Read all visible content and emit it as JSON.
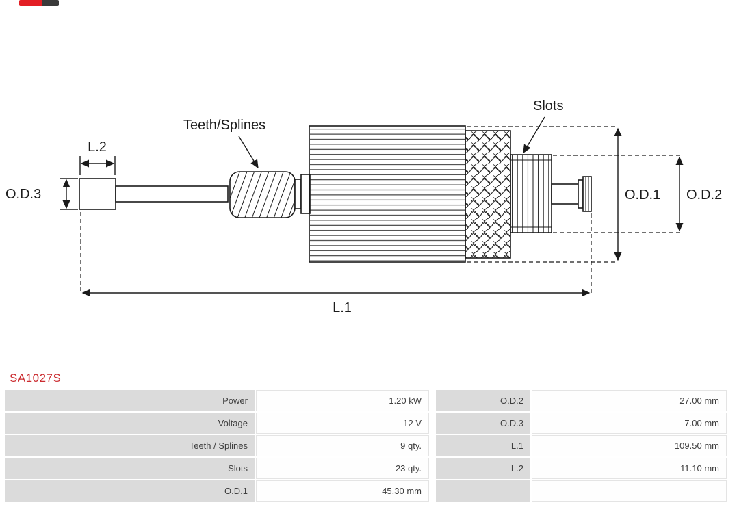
{
  "brand": {
    "logo_color_primary": "#e31e24",
    "logo_color_secondary": "#3a3a3a"
  },
  "part": {
    "number": "SA1027S",
    "number_color": "#cb2c30"
  },
  "diagram": {
    "labels": {
      "teeth_splines": "Teeth/Splines",
      "slots": "Slots",
      "l1": "L.1",
      "l2": "L.2",
      "od1": "O.D.1",
      "od2": "O.D.2",
      "od3": "O.D.3"
    }
  },
  "specs": {
    "rows": [
      {
        "label_left": "Power",
        "value_left": "1.20 kW",
        "label_right": "O.D.2",
        "value_right": "27.00 mm"
      },
      {
        "label_left": "Voltage",
        "value_left": "12 V",
        "label_right": "O.D.3",
        "value_right": "7.00 mm"
      },
      {
        "label_left": "Teeth / Splines",
        "value_left": "9 qty.",
        "label_right": "L.1",
        "value_right": "109.50 mm"
      },
      {
        "label_left": "Slots",
        "value_left": "23 qty.",
        "label_right": "L.2",
        "value_right": "11.10 mm"
      },
      {
        "label_left": "O.D.1",
        "value_left": "45.30 mm",
        "label_right": "",
        "value_right": ""
      }
    ]
  }
}
